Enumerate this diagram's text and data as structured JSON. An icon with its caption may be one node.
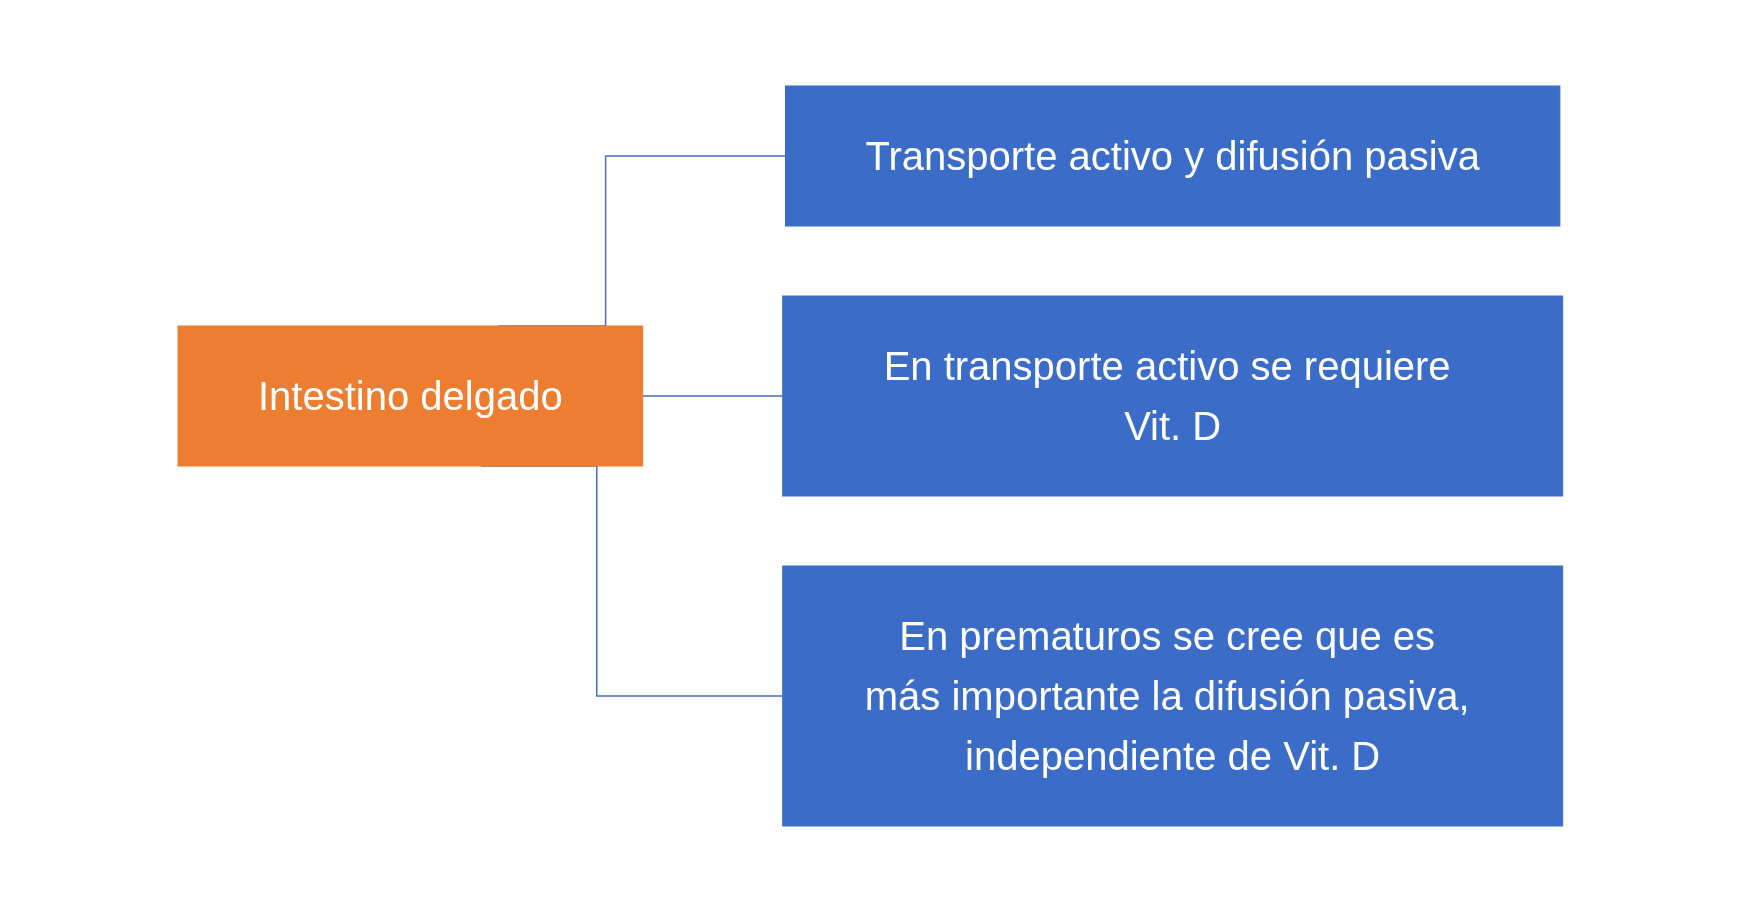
{
  "diagram": {
    "nodes": [
      {
        "text": [
          "Intestino delgado"
        ]
      },
      {
        "text": [
          "Transporte activo y difusión pasiva"
        ]
      },
      {
        "text": [
          "En transporte activo se requiere Vit. D"
        ]
      },
      {
        "text": [
          "En prematuros se cree que es más importante la difusión pasiva, independiente de Vit. D"
        ]
      }
    ],
    "edges": [
      {
        "from": 0,
        "to": 1,
        "arrow": "none"
      },
      {
        "from": 0,
        "to": 2,
        "arrow": "none"
      },
      {
        "from": 0,
        "to": 3,
        "arrow": "none"
      }
    ]
  }
}
